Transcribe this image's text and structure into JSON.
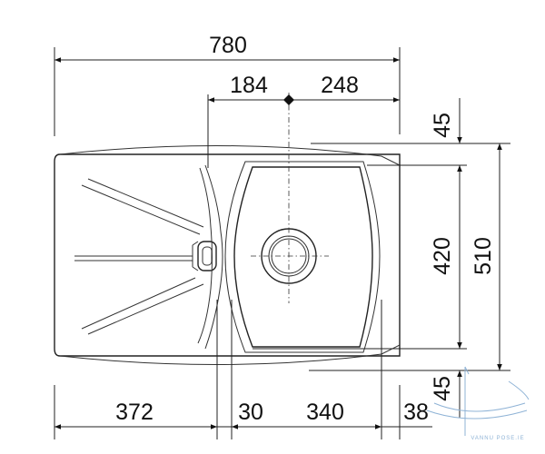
{
  "dimensions": {
    "overall_width": "780",
    "drain_offset_left": "184",
    "drain_offset_right": "248",
    "drainer_width": "372",
    "gap_width": "30",
    "bowl_width": "340",
    "rim_right": "38",
    "rim_top": "45",
    "bowl_depth": "420",
    "overall_depth": "510",
    "rim_bottom": "45"
  },
  "watermark": {
    "text": "VANNU POSE.IE",
    "color": "#8fb3d6"
  }
}
